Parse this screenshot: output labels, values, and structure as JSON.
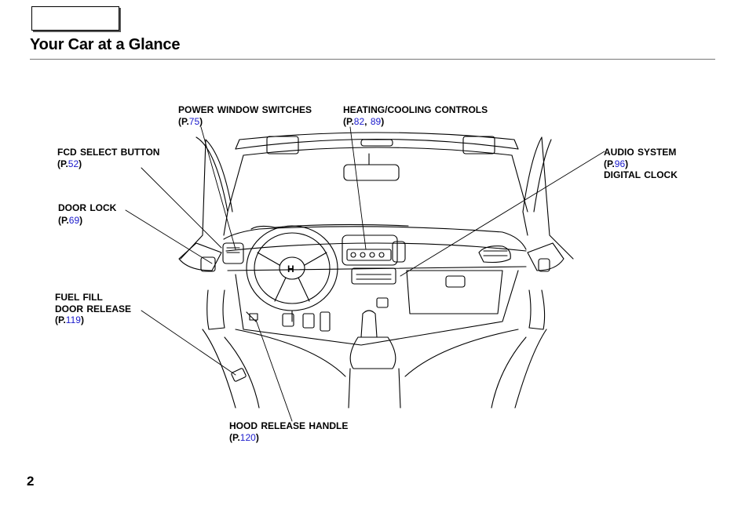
{
  "header": {
    "title": "Your Car at a Glance"
  },
  "page_number": "2",
  "callouts": {
    "power_window": {
      "name": "POWER WINDOW SWITCHES",
      "ref_prefix": "(P.",
      "pages": [
        "75"
      ],
      "ref_suffix": ")"
    },
    "heating_cooling": {
      "name": "HEATING/COOLING  CONTROLS",
      "ref_prefix": "(P.",
      "pages": [
        "82",
        "89"
      ],
      "ref_suffix": ")"
    },
    "fcd_select": {
      "name": "FCD SELECT BUTTON",
      "ref_prefix": "(P.",
      "pages": [
        "52"
      ],
      "ref_suffix": ")"
    },
    "door_lock": {
      "name": "DOOR  LOCK",
      "ref_prefix": "(P.",
      "pages": [
        "69"
      ],
      "ref_suffix": ")"
    },
    "fuel_fill": {
      "name_line1": "FUEL FILL",
      "name_line2": "DOOR RELEASE",
      "ref_prefix": "(P.",
      "pages": [
        "119"
      ],
      "ref_suffix": ")"
    },
    "audio_system": {
      "name": "AUDIO SYSTEM",
      "ref_prefix": "(P.",
      "pages": [
        "96"
      ],
      "ref_suffix": ")",
      "extra": "DIGITAL  CLOCK"
    },
    "hood_release": {
      "name": "HOOD RELEASE HANDLE",
      "ref_prefix": "(P.",
      "pages": [
        "120"
      ],
      "ref_suffix": ")"
    }
  }
}
